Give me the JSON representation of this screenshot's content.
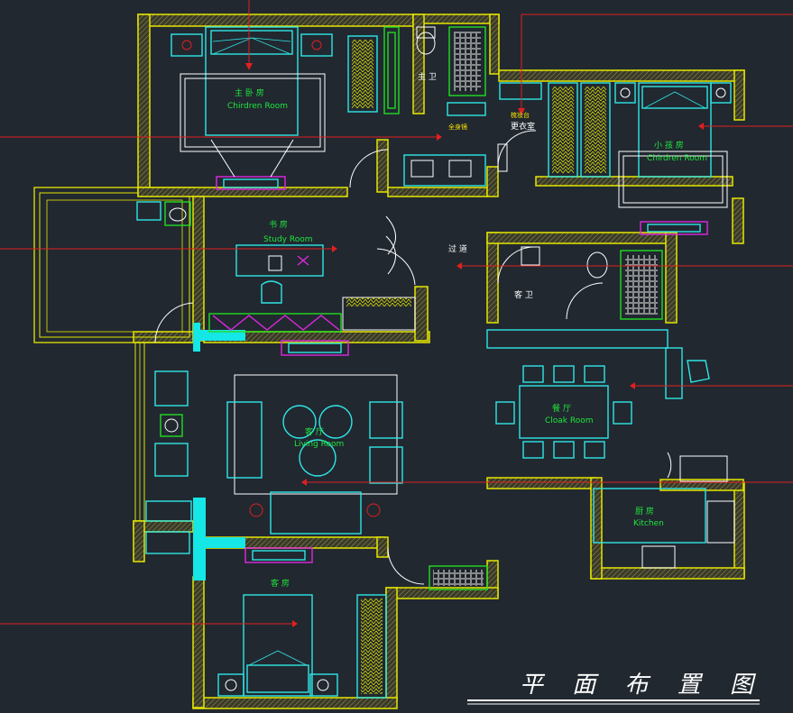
{
  "drawing_title": "平 面 布 置 图",
  "rooms": {
    "master_bedroom": {
      "cn": "主 卧 房",
      "en": "Chirdren Room"
    },
    "master_bath": {
      "cn": "主 卫"
    },
    "closet_sign": {
      "cn": "全身镜"
    },
    "closet_sign2": {
      "cn": "梳妆台"
    },
    "cloakroom": {
      "cn": "更衣室"
    },
    "children_room": {
      "cn": "小 孩 房",
      "en": "Chirdren Room"
    },
    "study": {
      "cn": "书 房",
      "en": "Study Room"
    },
    "corridor": {
      "cn": "过 道"
    },
    "guest_bath": {
      "cn": "客 卫"
    },
    "dining": {
      "cn": "餐 厅",
      "en": "Cloak Room"
    },
    "living": {
      "cn": "客 厅",
      "en": "Living Room"
    },
    "kitchen": {
      "cn": "厨 房",
      "en": "Kitchen"
    },
    "guest_room": {
      "cn": "客 房"
    }
  },
  "colors": {
    "background": "#212830",
    "wall_outline": "#e6e600",
    "furniture": "#2fe6e6",
    "label": "#1ee83c",
    "leader": "#e02020",
    "accent_column": "#15e6e6",
    "door_swing": "#ffffff"
  }
}
